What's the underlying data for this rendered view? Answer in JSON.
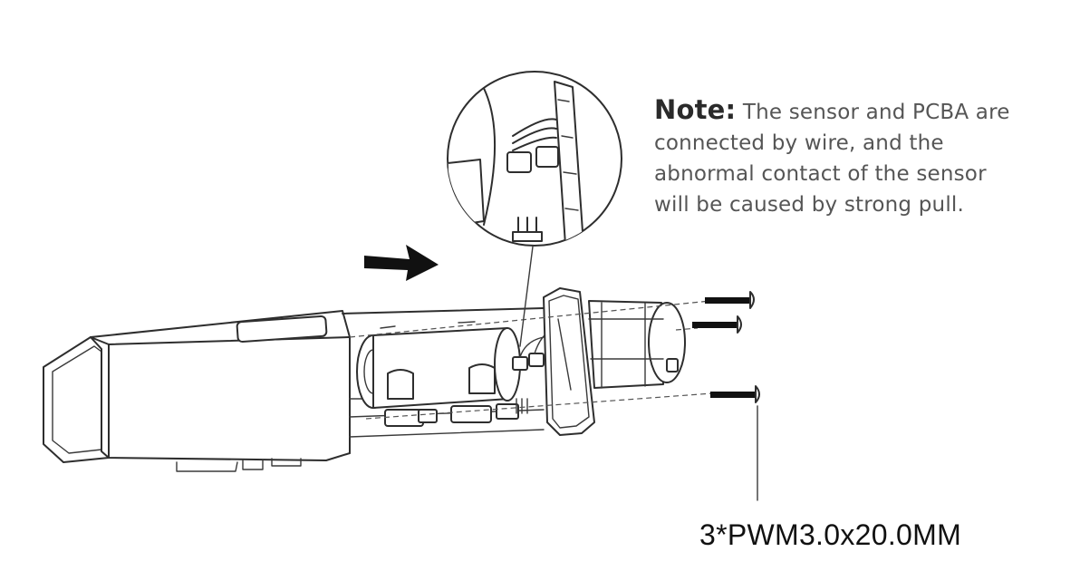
{
  "note": {
    "label": "Note:",
    "text": " The sensor and PCBA are connected by wire, and the abnormal contact of the sensor will be caused by strong pull."
  },
  "screw_spec": "3*PWM3.0x20.0MM",
  "icons": [
    "direction-arrow-icon",
    "screw-icon"
  ]
}
